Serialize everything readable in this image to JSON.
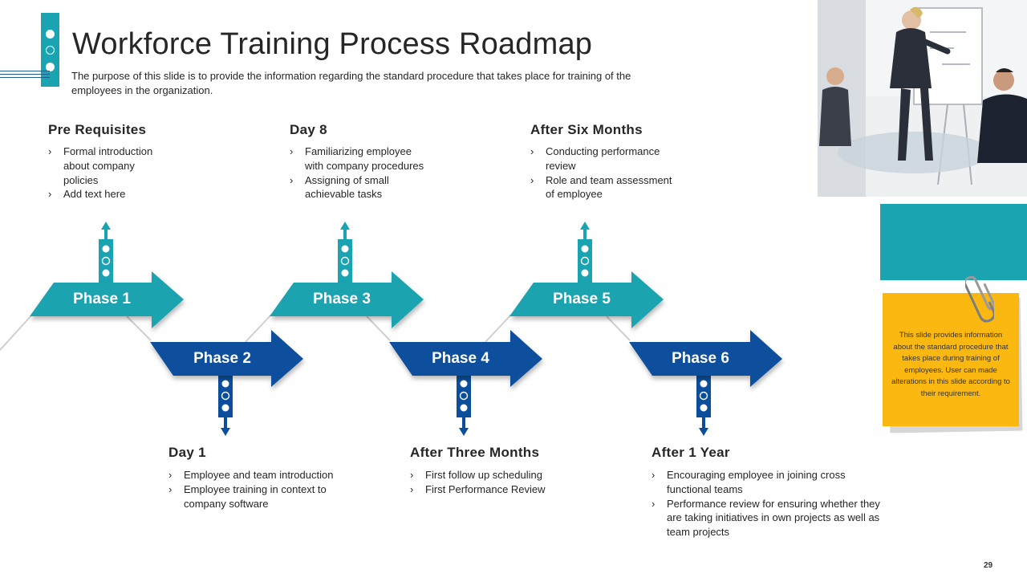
{
  "title": "Workforce Training Process Roadmap",
  "subtitle": "The purpose of this slide is to provide the information regarding the standard procedure that takes place for training of the employees in the organization.",
  "phases": [
    {
      "label": "Phase 1"
    },
    {
      "label": "Phase 2"
    },
    {
      "label": "Phase 3"
    },
    {
      "label": "Phase 4"
    },
    {
      "label": "Phase 5"
    },
    {
      "label": "Phase 6"
    }
  ],
  "milestones": [
    {
      "heading": "Pre Requisites",
      "bullets": [
        "Formal introduction about company policies",
        "Add text here"
      ]
    },
    {
      "heading": "Day  1",
      "bullets": [
        "Employee and team introduction",
        "Employee training in context to company software"
      ]
    },
    {
      "heading": "Day 8",
      "bullets": [
        "Familiarizing employee with company procedures",
        "Assigning of small achievable tasks"
      ]
    },
    {
      "heading": "After Three Months",
      "bullets": [
        "First follow up scheduling",
        "First Performance Review"
      ]
    },
    {
      "heading": "After Six Months",
      "bullets": [
        "Conducting performance review",
        "Role and team assessment of employee"
      ]
    },
    {
      "heading": "After 1 Year",
      "bullets": [
        "Encouraging employee in joining cross functional teams",
        "Performance review for ensuring whether they are taking initiatives in own projects as well as team projects"
      ]
    }
  ],
  "sticky_note": "This slide provides information about the standard procedure that takes place during training of employees. User can made alterations in this slide according to their requirement.",
  "page_number": "29",
  "colors": {
    "teal": "#1aa3b0",
    "blue": "#0b4f9c",
    "yellow": "#fbb811"
  }
}
